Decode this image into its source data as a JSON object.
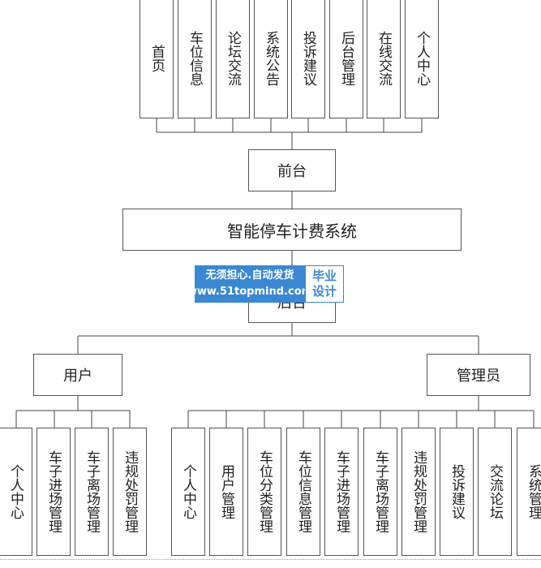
{
  "frontend": {
    "items": [
      "首页",
      "车位信息",
      "论坛交流",
      "系统公告",
      "投诉建议",
      "后台管理",
      "在线交流",
      "个人中心"
    ],
    "label": "前台"
  },
  "system": {
    "title": "智能停车计费系统"
  },
  "backend": {
    "label": "后台"
  },
  "user": {
    "label": "用户",
    "items": [
      "个人中心",
      "车子进场管理",
      "车子离场管理",
      "违规处罚管理"
    ]
  },
  "admin": {
    "label": "管理员",
    "items": [
      "个人中心",
      "用户管理",
      "车位分类管理",
      "车位信息管理",
      "车子进场管理",
      "车子离场管理",
      "违规处罚管理",
      "投诉建议",
      "交流论坛",
      "系统管理"
    ]
  },
  "watermark": {
    "line1": "无须担心.自动发货",
    "line2": "www.51topmind.com",
    "badge1": "毕业",
    "badge2": "设计"
  }
}
